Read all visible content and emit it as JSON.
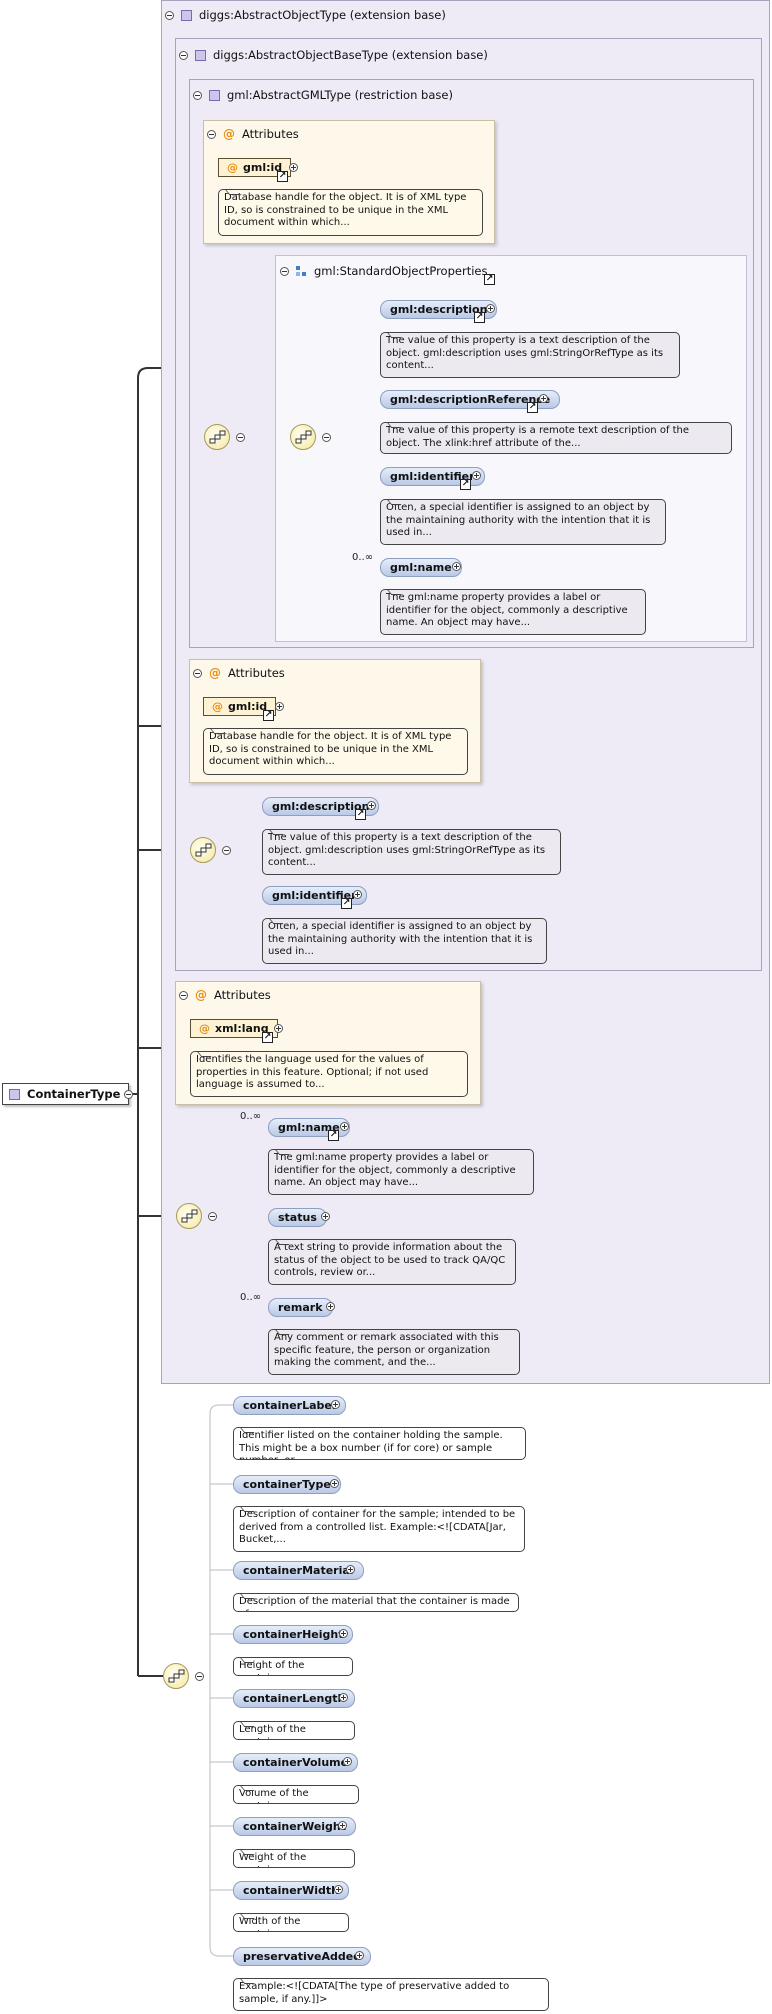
{
  "root": {
    "label": "ContainerType"
  },
  "ext1": {
    "label": "diggs:AbstractObjectType (extension base)"
  },
  "ext2": {
    "label": "diggs:AbstractObjectBaseType (extension base)"
  },
  "ext3": {
    "label": "gml:AbstractGMLType (restriction base)"
  },
  "attr_header": "Attributes",
  "gml_id": {
    "label": "gml:id",
    "anno": "Database handle for the object. It is of XML type ID, so is constrained to be unique in the XML document within which..."
  },
  "std_props": {
    "label": "gml:StandardObjectProperties"
  },
  "std_children": [
    {
      "label": "gml:description",
      "anno": "The value of this property is a text description of the object. gml:description uses gml:StringOrRefType as its content..."
    },
    {
      "label": "gml:descriptionReference",
      "anno": "The value of this property is a remote text description of the object. The xlink:href attribute of the..."
    },
    {
      "label": "gml:identifier",
      "anno": "Often, a special identifier is assigned to an object by the maintaining authority with the intention that it is used in..."
    },
    {
      "label": "gml:name",
      "cardinality": "0..∞",
      "anno": "The gml:name property provides a label or identifier for the object, commonly a descriptive name. An object may have..."
    }
  ],
  "base_children": [
    {
      "label": "gml:description",
      "anno": "The value of this property is a text description of the object. gml:description uses gml:StringOrRefType as its content..."
    },
    {
      "label": "gml:identifier",
      "anno": "Often, a special identifier is assigned to an object by the maintaining authority with the intention that it is used in..."
    }
  ],
  "xml_lang": {
    "label": "xml:lang",
    "anno": "Identifies the language used for the values of properties in this feature. Optional; if not used language is assumed to..."
  },
  "obj_children": [
    {
      "label": "gml:name",
      "cardinality": "0..∞",
      "anno": "The gml:name property provides a label or identifier for the object, commonly a descriptive name. An object may have..."
    },
    {
      "label": "status",
      "anno": "A text string to provide information about the status of the object to be used to track QA/QC controls, review or..."
    },
    {
      "label": "remark",
      "cardinality": "0..∞",
      "anno": "Any comment or remark associated with this specific feature, the person or organization making the comment, and the..."
    }
  ],
  "container_children": [
    {
      "label": "containerLabel",
      "anno": "Identifier listed on the container holding the sample. This might be a box number (if for core) or sample number, or..."
    },
    {
      "label": "containerType",
      "anno": "Description of container for the sample; intended to be derived from a controlled list. Example:<![CDATA[Jar, Bucket,..."
    },
    {
      "label": "containerMaterial",
      "anno": "Description of the material that the container is made of."
    },
    {
      "label": "containerHeight",
      "anno": "Height of the container"
    },
    {
      "label": "containerLength",
      "anno": "Length of the container"
    },
    {
      "label": "containerVolume",
      "anno": "Volume of the container"
    },
    {
      "label": "containerWeight",
      "anno": "Weight of the container"
    },
    {
      "label": "containerWidth",
      "anno": "Width of the container"
    },
    {
      "label": "preservativeAdded",
      "anno": "Example:<![CDATA[The type of preservative added to sample, if any.]]>"
    }
  ]
}
